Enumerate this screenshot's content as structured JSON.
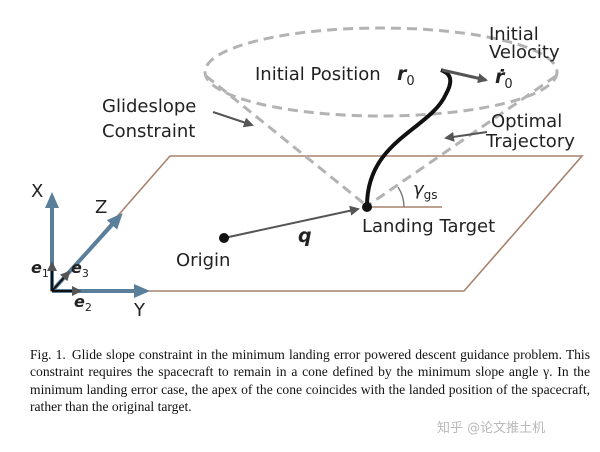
{
  "figure": {
    "labels": {
      "initial_velocity_line1": "Initial",
      "initial_velocity_line2": "Velocity",
      "initial_velocity_symbol": "ṙ",
      "initial_velocity_subscript": "0",
      "initial_position": "Initial Position",
      "initial_position_symbol": "r",
      "initial_position_subscript": "0",
      "glideslope_line1": "Glideslope",
      "glideslope_line2": "Constraint",
      "optimal_line1": "Optimal",
      "optimal_line2": "Trajectory",
      "gamma_symbol": "γ",
      "gamma_subscript": "gs",
      "landing_target": "Landing Target",
      "origin": "Origin",
      "q_symbol": "q",
      "axis_x": "X",
      "axis_y": "Y",
      "axis_z": "Z",
      "e1_symbol": "e",
      "e1_subscript": "1",
      "e2_symbol": "e",
      "e2_subscript": "2",
      "e3_symbol": "e",
      "e3_subscript": "3"
    },
    "colors": {
      "plane_edge": "#a9826c",
      "cone": "#b3b3b3",
      "arrow": "#555555",
      "axes": "#5a7f9b",
      "trajectory": "#111111"
    }
  },
  "caption": {
    "lead": "Fig. 1.",
    "text": "Glide slope constraint in the minimum landing error powered descent guidance problem. This constraint requires the spacecraft to remain in a cone defined by the minimum slope angle γ. In the minimum landing error case, the apex of the cone coincides with the landed position of the spacecraft, rather than the original target."
  },
  "watermark": "知乎 @论文推土机"
}
